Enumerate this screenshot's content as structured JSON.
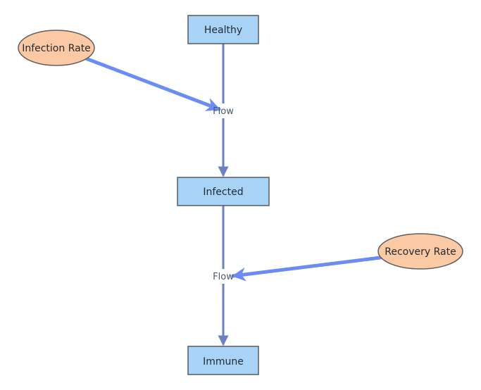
{
  "diagram": {
    "stocks": {
      "healthy": "Healthy",
      "infected": "Infected",
      "immune": "Immune"
    },
    "parameters": {
      "infection_rate": "Infection Rate",
      "recovery_rate": "Recovery Rate"
    },
    "flows": {
      "infection_flow": "Flow",
      "recovery_flow": "Flow"
    },
    "colors": {
      "stock_fill": "#a8d3f7",
      "stock_stroke": "#555b60",
      "parameter_fill": "#fbc9a3",
      "parameter_stroke": "#5f5f5f",
      "flow_line": "#6a82c2",
      "link_arrow": "#6b8cf4"
    }
  }
}
